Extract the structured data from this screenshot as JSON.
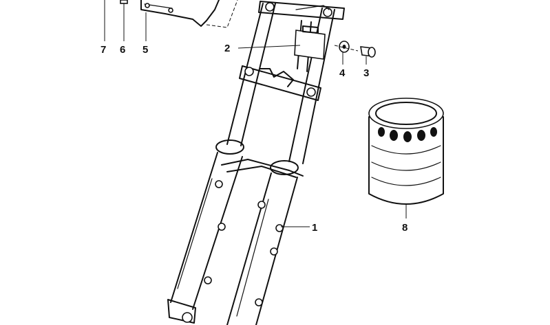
{
  "callouts": {
    "c1": "1",
    "c2": "2",
    "c3": "3",
    "c4": "4",
    "c5": "5",
    "c6": "6",
    "c7": "7",
    "c8": "8"
  },
  "colors": {
    "ink": "#111111",
    "background": "#ffffff"
  }
}
